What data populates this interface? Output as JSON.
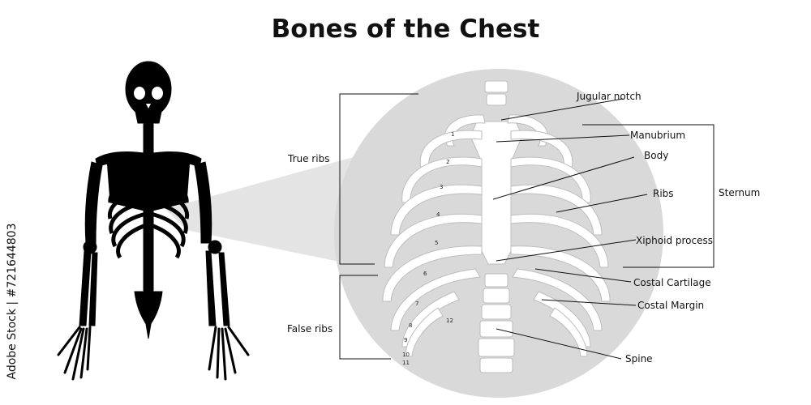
{
  "title": "Bones of the Chest",
  "watermark": "Adobe Stock | #721644803",
  "labels": {
    "jugular_notch": "Jugular notch",
    "manubrium": "Manubrium",
    "body": "Body",
    "ribs": "Ribs",
    "sternum": "Sternum",
    "xiphoid": "Xiphoid process",
    "costal_cartilage": "Costal Cartilage",
    "costal_margin": "Costal Margin",
    "spine": "Spine",
    "true_ribs": "True ribs",
    "false_ribs": "False ribs"
  },
  "rib_numbers": [
    "1",
    "2",
    "3",
    "4",
    "5",
    "6",
    "7",
    "8",
    "9",
    "10",
    "11",
    "12"
  ],
  "colors": {
    "silhouette": "#000000",
    "circle": "#d9d9d9",
    "bone": "#ffffff",
    "line": "#111111"
  }
}
